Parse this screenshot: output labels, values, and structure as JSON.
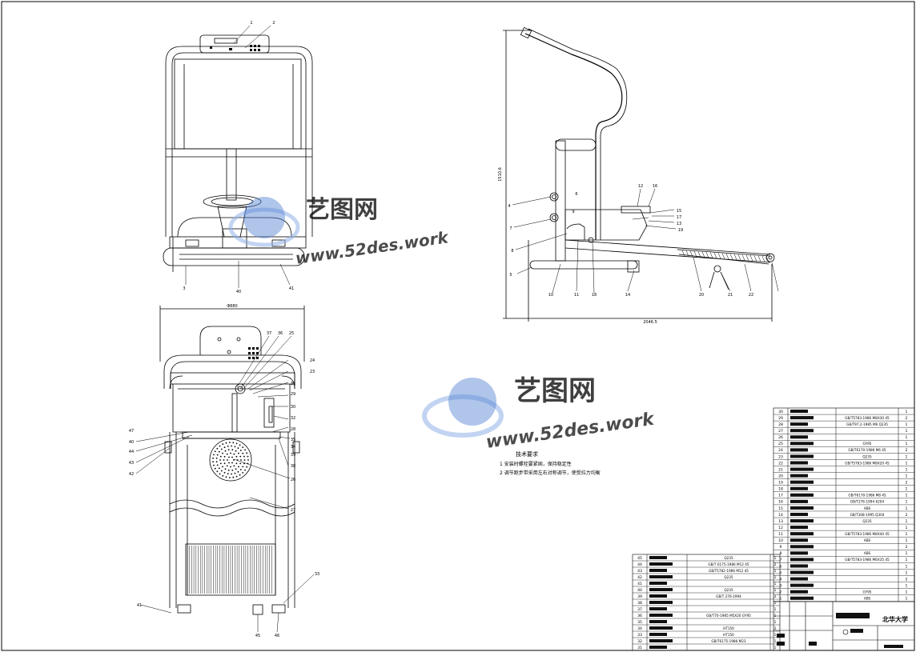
{
  "watermarks": [
    {
      "brand": "艺图网",
      "url": "www.52des.work"
    },
    {
      "brand": "艺图网",
      "url": "www.52des.work"
    }
  ],
  "colors": {
    "line": "#000000",
    "watermark": "#3f6fc4",
    "redaction": "#111111"
  },
  "tech_requirements": {
    "title": "技术要求",
    "items": [
      "1 安装时螺栓要紧固，保持稳定性",
      "2 调节跑步带采用左右对称调节，使受拉力均衡"
    ]
  },
  "dimensions": {
    "width_top_view": "Φ880",
    "height_side": "1510.6",
    "length_side": "2046.5"
  },
  "front_view_labels": [
    "1",
    "2",
    "3",
    "40",
    "41"
  ],
  "side_view_labels": [
    "4",
    "5",
    "6",
    "7",
    "8",
    "9",
    "10",
    "11",
    "12",
    "13",
    "14",
    "15",
    "16",
    "17",
    "18",
    "19",
    "20",
    "21",
    "22"
  ],
  "top_view_labels": [
    "23",
    "24",
    "25",
    "26",
    "27",
    "28",
    "29",
    "30",
    "31",
    "32",
    "33",
    "34",
    "35",
    "36",
    "37",
    "38",
    "39",
    "40",
    "41",
    "42",
    "43",
    "44",
    "45",
    "46",
    "47"
  ],
  "bom_right": [
    {
      "no": "30",
      "spec": ""
    },
    {
      "no": "29",
      "spec": "GB/T5783-1986 M8X30 45"
    },
    {
      "no": "28",
      "spec": "GB/T97.2-1985 M6 Q235"
    },
    {
      "no": "27",
      "spec": ""
    },
    {
      "no": "26",
      "spec": ""
    },
    {
      "no": "25",
      "spec": "GY95"
    },
    {
      "no": "24",
      "spec": "GB/T6170-1986 M6 45"
    },
    {
      "no": "23",
      "spec": "Q235"
    },
    {
      "no": "22",
      "spec": "GB/T5783-1986 M8X20 45"
    },
    {
      "no": "21",
      "spec": ""
    },
    {
      "no": "20",
      "spec": ""
    },
    {
      "no": "19",
      "spec": ""
    },
    {
      "no": "18",
      "spec": ""
    },
    {
      "no": "17",
      "spec": "GB/T6170-1986 M8 45"
    },
    {
      "no": "16",
      "spec": "GB/T276-1994 6204"
    },
    {
      "no": "15",
      "spec": "ABS"
    },
    {
      "no": "14",
      "spec": "GB/T308-1995 Q304"
    },
    {
      "no": "13",
      "spec": "Q235"
    },
    {
      "no": "12",
      "spec": ""
    },
    {
      "no": "11",
      "spec": "GB/T5783-1986 M8X40 45"
    },
    {
      "no": "10",
      "spec": "ABS"
    },
    {
      "no": "9",
      "spec": ""
    },
    {
      "no": "8",
      "spec": "ABS"
    },
    {
      "no": "7",
      "spec": "GB/T5783-1986 M6X35 45"
    },
    {
      "no": "6",
      "spec": ""
    },
    {
      "no": "5",
      "spec": ""
    },
    {
      "no": "4",
      "spec": ""
    },
    {
      "no": "3",
      "spec": ""
    },
    {
      "no": "2",
      "spec": "GY95"
    },
    {
      "no": "1",
      "spec": "ABS"
    }
  ],
  "bom_left": [
    {
      "no": "45",
      "spec": "Q235"
    },
    {
      "no": "44",
      "spec": "GB/T 6175-1986 M12 45"
    },
    {
      "no": "43",
      "spec": "GB/T5782-1986 M12 45"
    },
    {
      "no": "42",
      "spec": "Q235"
    },
    {
      "no": "41",
      "spec": ""
    },
    {
      "no": "40",
      "spec": "Q235"
    },
    {
      "no": "39",
      "spec": "GB/T 276-1994"
    },
    {
      "no": "38",
      "spec": ""
    },
    {
      "no": "37",
      "spec": ""
    },
    {
      "no": "36",
      "spec": "GB/T70-1985 M5X20 GY95"
    },
    {
      "no": "35",
      "spec": ""
    },
    {
      "no": "34",
      "spec": "HT150"
    },
    {
      "no": "33",
      "spec": "HT150"
    },
    {
      "no": "32",
      "spec": "GB/T6175-1986 M23"
    },
    {
      "no": "31",
      "spec": ""
    }
  ],
  "title_block": {
    "school": "北华大学"
  }
}
